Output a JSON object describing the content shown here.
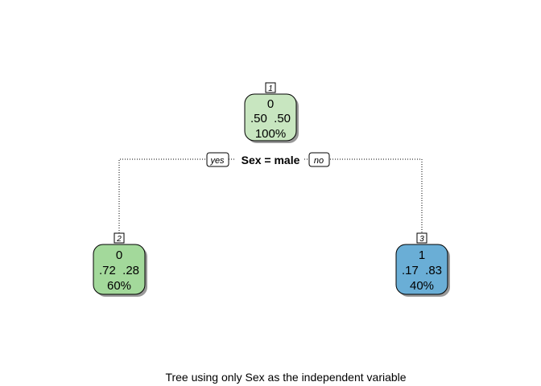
{
  "caption": "Tree using only Sex as the independent variable",
  "split": {
    "label": "Sex = male",
    "yes_label": "yes",
    "no_label": "no"
  },
  "nodes": [
    {
      "id_label": "1",
      "class_label": "0",
      "probs": ".50  .50",
      "percent": "100%",
      "color": "#c8e6c0"
    },
    {
      "id_label": "2",
      "class_label": "0",
      "probs": ".72  .28",
      "percent": "60%",
      "color": "#a3d99b"
    },
    {
      "id_label": "3",
      "class_label": "1",
      "probs": ".17  .83",
      "percent": "40%",
      "color": "#6aaed6"
    }
  ],
  "colors": {
    "shadow": "#999999",
    "edge": "#000000"
  }
}
